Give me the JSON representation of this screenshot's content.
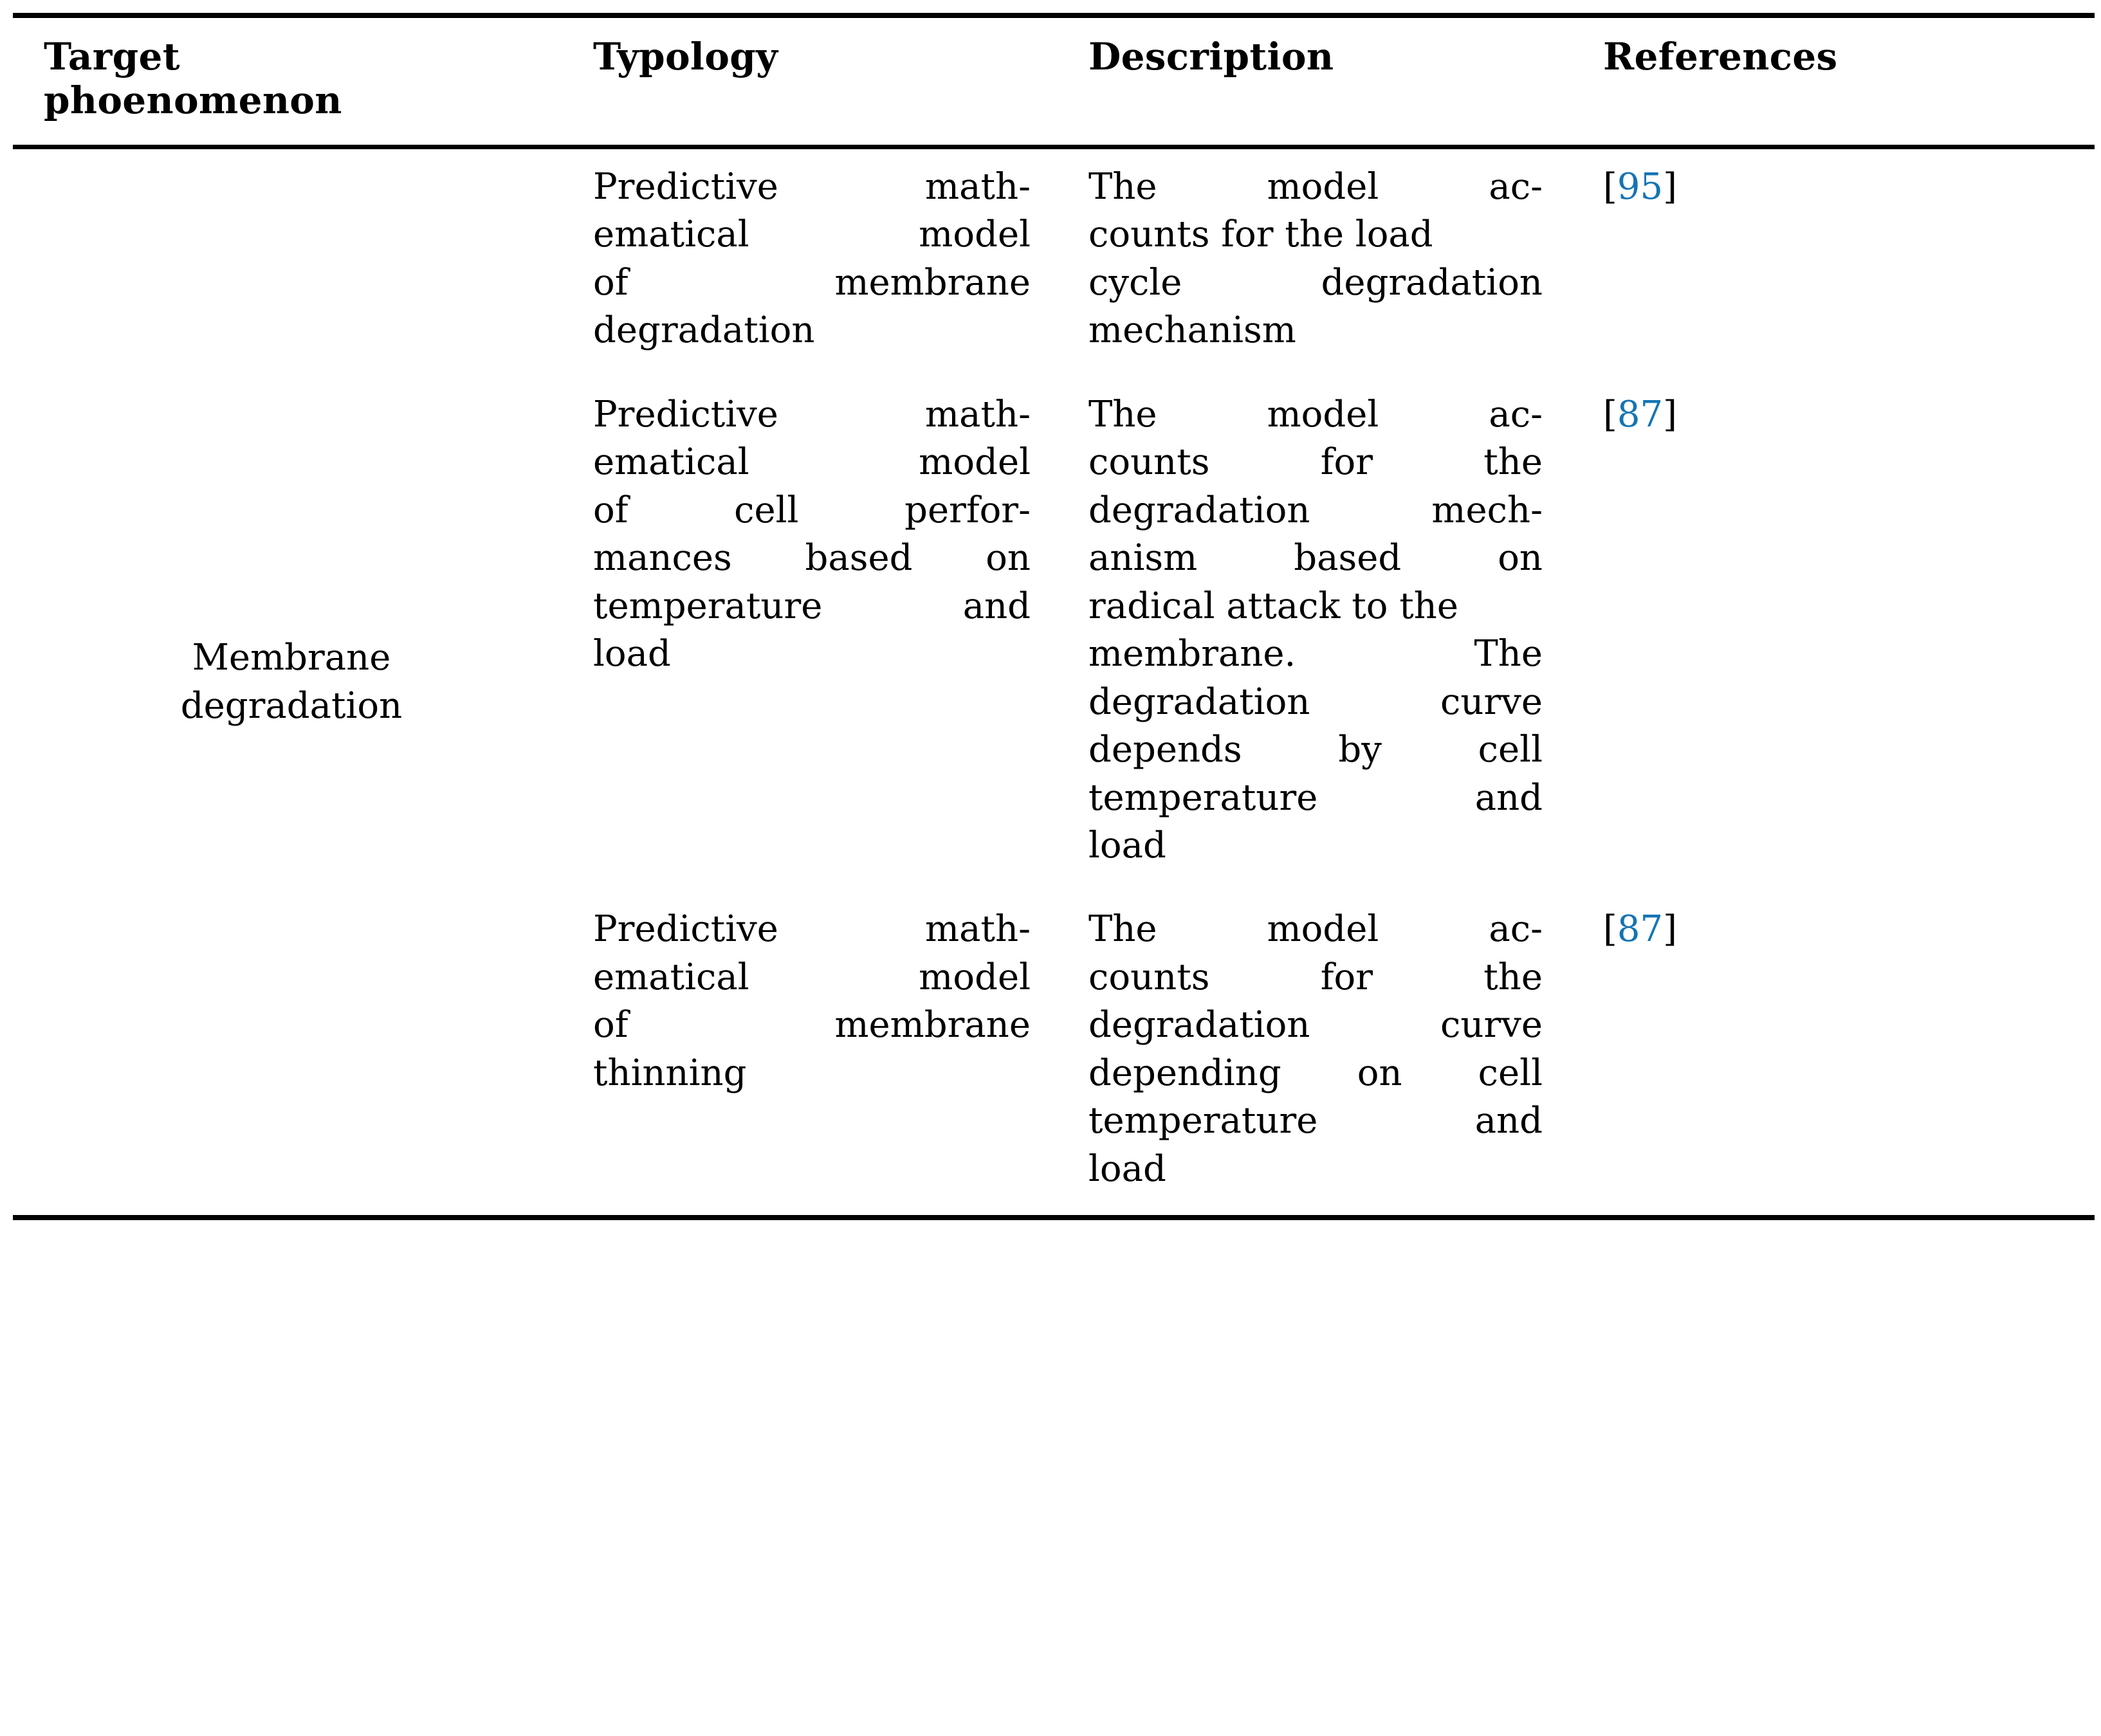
{
  "table": {
    "columns": [
      {
        "key": "target",
        "label_line1": "Target",
        "label_line2": "phoenomenon"
      },
      {
        "key": "typology",
        "label": "Typology"
      },
      {
        "key": "description",
        "label": "Description"
      },
      {
        "key": "references",
        "label": "References"
      }
    ],
    "target_group": {
      "line1": "Membrane",
      "line2": "degradation"
    },
    "rows": [
      {
        "typology": "Predictive mathematical model of membrane degradation",
        "typology_lines": [
          [
            "Predictive",
            "math-"
          ],
          [
            "ematical",
            "model"
          ],
          [
            "of",
            "membrane"
          ],
          [
            "degradation"
          ]
        ],
        "description": "The model accounts for the load cycle degradation mechanism",
        "description_lines": [
          [
            "The",
            "model",
            "ac-"
          ],
          [
            "counts for the load"
          ],
          [
            "cycle",
            "degradation"
          ],
          [
            "mechanism"
          ]
        ],
        "reference_open": "[",
        "reference_number": "95",
        "reference_close": "]"
      },
      {
        "typology": "Predictive mathematical model of cell performances based on temperature and load",
        "typology_lines": [
          [
            "Predictive",
            "math-"
          ],
          [
            "ematical",
            "model"
          ],
          [
            "of",
            "cell",
            "perfor-"
          ],
          [
            "mances",
            "based",
            "on"
          ],
          [
            "temperature",
            "and"
          ],
          [
            "load"
          ]
        ],
        "description": "The model accounts for the degradation mechanism based on radical attack to the membrane. The degradation curve depends by cell temperature and load",
        "description_lines": [
          [
            "The",
            "model",
            "ac-"
          ],
          [
            "counts",
            "for",
            "the"
          ],
          [
            "degradation",
            "mech-"
          ],
          [
            "anism",
            "based",
            "on"
          ],
          [
            "radical attack to the"
          ],
          [
            "membrane.",
            "The"
          ],
          [
            "degradation",
            "curve"
          ],
          [
            "depends",
            "by",
            "cell"
          ],
          [
            "temperature",
            "and"
          ],
          [
            "load"
          ]
        ],
        "reference_open": "[",
        "reference_number": "87",
        "reference_close": "]"
      },
      {
        "typology": "Predictive mathematical model of membrane thinning",
        "typology_lines": [
          [
            "Predictive",
            "math-"
          ],
          [
            "ematical",
            "model"
          ],
          [
            "of",
            "membrane"
          ],
          [
            "thinning"
          ]
        ],
        "description": "The model accounts for the degradation curve depending on cell temperature and load",
        "description_lines": [
          [
            "The",
            "model",
            "ac-"
          ],
          [
            "counts",
            "for",
            "the"
          ],
          [
            "degradation",
            "curve"
          ],
          [
            "depending",
            "on",
            "cell"
          ],
          [
            "temperature",
            "and"
          ],
          [
            "load"
          ]
        ],
        "reference_open": "[",
        "reference_number": "87",
        "reference_close": "]"
      }
    ]
  },
  "colors": {
    "reference_link": "#1574B3",
    "rule": "#000000",
    "text": "#000000",
    "background": "#ffffff"
  }
}
